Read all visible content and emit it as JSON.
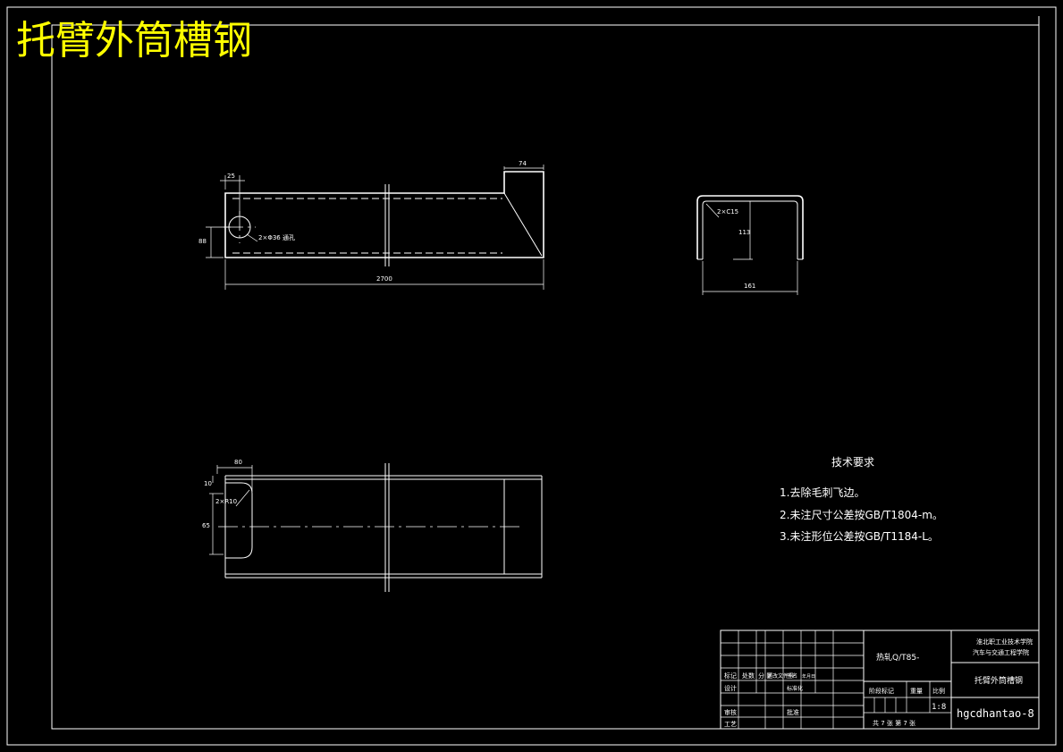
{
  "title": "托臂外筒槽钢",
  "views": {
    "front": {
      "dim_hole_offset": "25",
      "dim_slope_width": "74",
      "dim_hole_height": "88",
      "hole_note": "2×Φ36 通孔",
      "dim_length": "2700"
    },
    "section": {
      "chamfer": "2×C15",
      "dim_height": "113",
      "dim_width": "161"
    },
    "top": {
      "dim_slot_length": "80",
      "dim_slot_top": "10",
      "slot_note": "2×R10",
      "dim_slot_height": "65"
    }
  },
  "tech_requirements": {
    "heading": "技术要求",
    "items": [
      "1.去除毛刺飞边。",
      "2.未注尺寸公差按GB/T1804-m。",
      "3.未注形位公差按GB/T1184-L。"
    ]
  },
  "title_block": {
    "material": "热轧Q/T85-",
    "school_line1": "淮北职工业技术学院",
    "school_line2": "汽车与交通工程学院",
    "part_name": "托臂外筒槽钢",
    "label_revision": "标记",
    "label_count": "处数",
    "label_zone": "分 区",
    "label_change_no": "更改文件号",
    "label_sign": "签名",
    "label_date": "年月日",
    "label_design": "设计",
    "label_standard": "标准化",
    "label_check": "审核",
    "label_process": "工艺",
    "label_approve": "批准",
    "label_stage": "阶段标记",
    "label_weight": "重量",
    "label_scale": "比例",
    "scale": "1:8",
    "sheets": "共 7 张  第 7 张",
    "drawing_no": "hgcdhantao-8"
  }
}
